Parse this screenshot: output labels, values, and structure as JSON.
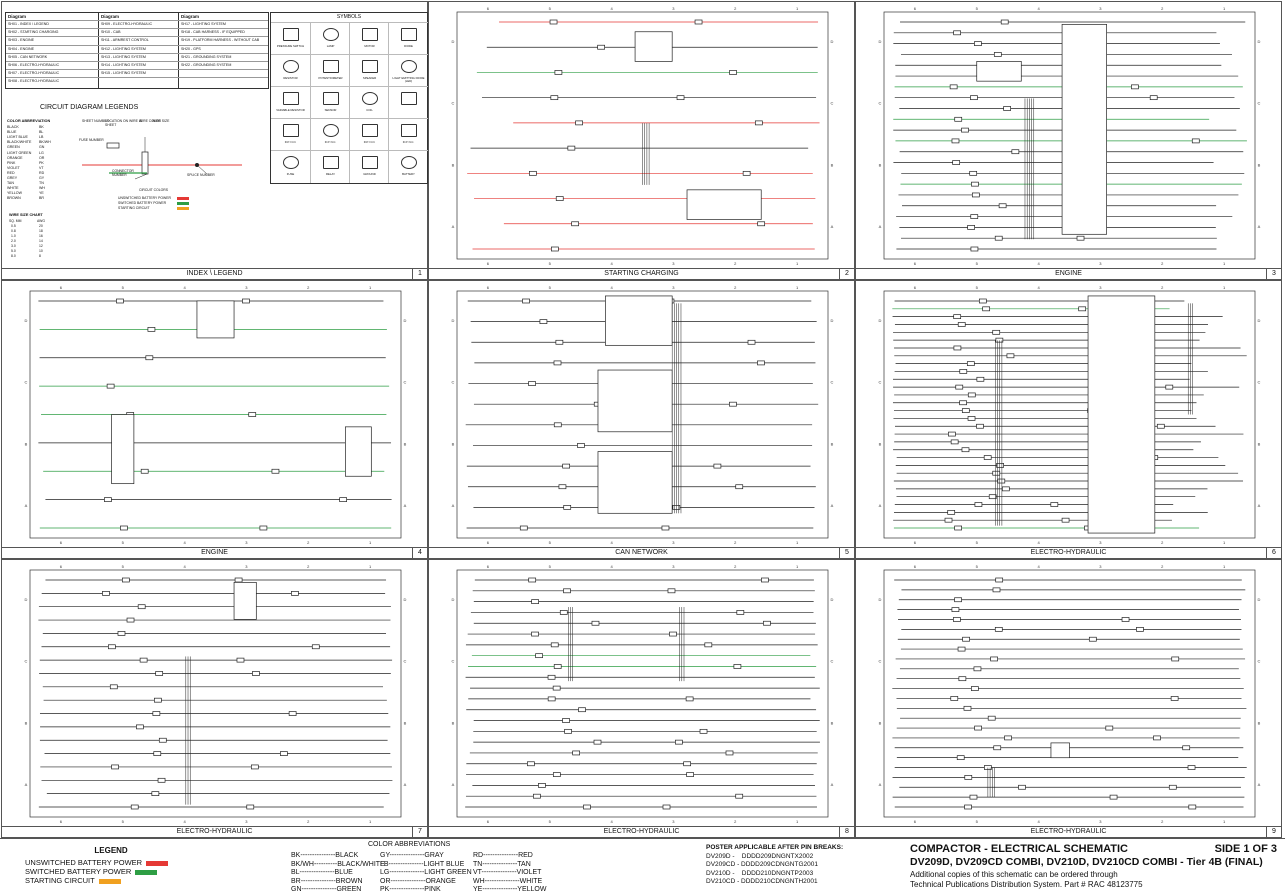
{
  "panels": [
    {
      "title": "INDEX \\ LEGEND",
      "num": "1"
    },
    {
      "title": "STARTING CHARGING",
      "num": "2"
    },
    {
      "title": "ENGINE",
      "num": "3"
    },
    {
      "title": "ENGINE",
      "num": "4"
    },
    {
      "title": "CAN NETWORK",
      "num": "5"
    },
    {
      "title": "ELECTRO-HYDRAULIC",
      "num": "6"
    },
    {
      "title": "ELECTRO-HYDRAULIC",
      "num": "7"
    },
    {
      "title": "ELECTRO-HYDRAULIC",
      "num": "8"
    },
    {
      "title": "ELECTRO-HYDRAULIC",
      "num": "9"
    }
  ],
  "index_panel": {
    "diagram_header": "Diagram",
    "col1": [
      "SH01 - INDEX \\ LEGEND",
      "SH02 - STARTING CHARGING",
      "SH03 - ENGINE",
      "SH04 - ENGINE",
      "SH05 - CAN NETWORK",
      "SH06 - ELECTRO-HYDRAULIC",
      "SH07 - ELECTRO-HYDRAULIC",
      "SH08 - ELECTRO-HYDRAULIC"
    ],
    "col2": [
      "SH09 - ELECTRO-HYDRAULIC",
      "SH10 - CAB",
      "SH11 - ARMREST CONTROL",
      "SH12 - LIGHTING SYSTEM",
      "SH13 - LIGHTING SYSTEM",
      "SH14 - LIGHTING SYSTEM",
      "SH15 - LIGHTING SYSTEM",
      ""
    ],
    "col3": [
      "SH17 - LIGHTING SYSTEM",
      "SH18 - CAB HARNESS - IF EQUIPPED",
      "SH19 - PLATFORM HARNESS - WITHOUT CAB",
      "SH20 - GPS",
      "SH21 - GROUNDING SYSTEM",
      "SH22 - GROUNDING SYSTEM",
      "",
      ""
    ],
    "symbols_title": "SYMBOLS",
    "symbols": [
      "PRESSURE SWITCH",
      "LAMP",
      "MOTOR",
      "DIODE",
      "RESISTOR",
      "POTENTIOMETER",
      "SPEAKER",
      "LIGHT EMITTING DIODE (LED)",
      "VARIABLE RESISTOR",
      "SENSOR",
      "COIL",
      "",
      "D.P. N.O.",
      "D.P. N.C.",
      "D.P. N.O.",
      "D.P. N.C.",
      "FUSE",
      "RELAY",
      "GROUND",
      "BATTERY"
    ],
    "legends_title": "CIRCUIT DIAGRAM LEGENDS",
    "color_header": "COLOR   ABBREVIATION",
    "colors": [
      [
        "BLACK",
        "BK"
      ],
      [
        "BLUE",
        "BL"
      ],
      [
        "LIGHT BLUE",
        "LB"
      ],
      [
        "BLACK/WHITE",
        "BK/WH"
      ],
      [
        "GREEN",
        "GN"
      ],
      [
        "LIGHT GREEN",
        "LG"
      ],
      [
        "ORANGE",
        "OR"
      ],
      [
        "PINK",
        "PK"
      ],
      [
        "VIOLET",
        "VT"
      ],
      [
        "RED",
        "RD"
      ],
      [
        "GREY",
        "GY"
      ],
      [
        "TAN",
        "TN"
      ],
      [
        "WHITE",
        "WH"
      ],
      [
        "YELLOW",
        "YE"
      ],
      [
        "BROWN",
        "BR"
      ]
    ],
    "wire_chart_title": "WIRE SIZE CHART",
    "wire_header": [
      "SQ. MM",
      "AWG"
    ],
    "wires": [
      [
        "0.5",
        "20"
      ],
      [
        "0.8",
        "18"
      ],
      [
        "1.0",
        "16"
      ],
      [
        "2.0",
        "14"
      ],
      [
        "3.0",
        "12"
      ],
      [
        "5.0",
        "10"
      ],
      [
        "8.0",
        "8"
      ]
    ],
    "callouts": [
      "SHEET NUMBER",
      "LOCATION ON SHEET",
      "WIRE ID",
      "WIRE COLOR",
      "WIRE SIZE",
      "FUSE NUMBER",
      "CONNECTOR NUMBER",
      "SPLICE NUMBER",
      "CIRCUIT COLORS"
    ],
    "circuit_colors": [
      "UNSWITCHED BATTERY POWER",
      "SWITCHED BATTERY POWER",
      "STARTING CIRCUIT"
    ]
  },
  "footer": {
    "legend_title": "LEGEND",
    "legend_items": [
      {
        "label": "UNSWITCHED BATTERY POWER",
        "color": "#e53935"
      },
      {
        "label": "SWITCHED BATTERY POWER",
        "color": "#2e9e44"
      },
      {
        "label": "STARTING CIRCUIT",
        "color": "#f0a020"
      }
    ],
    "abbr_title": "COLOR ABBREVIATIONS",
    "abbr_col1": "BK---------------BLACK\nBK/WH----------BLACK/WHITE\nBL---------------BLUE\nBR---------------BROWN\nGN---------------GREEN",
    "abbr_col2": "GY---------------GRAY\nLB---------------LIGHT BLUE\nLG---------------LIGHT GREEN\nOR---------------ORANGE\nPK---------------PINK",
    "abbr_col3": "RD---------------RED\nTN---------------TAN\nVT---------------VIOLET\nWH---------------WHITE\nYE---------------YELLOW",
    "poster_title": "POSTER APPLICABLE AFTER PIN BREAKS:",
    "poster_lines": "DV209D -    DDDD209DNGNTX2002\nDV209CD - DDDD209CDNGNTG2001\nDV210D -    DDDD210DNGNTP2003\nDV210CD - DDDD210CDNGNTH2001",
    "main_title": "COMPACTOR - ELECTRICAL SCHEMATIC",
    "side": "SIDE 1 OF 3",
    "models": "DV209D, DV209CD COMBI, DV210D, DV210CD COMBI - Tier 4B (FINAL)",
    "note1": "Additional copies of this schematic can be ordered through",
    "note2": "Technical Publications Distribution System.  Part # RAC 48123775"
  },
  "grid_labels": {
    "cols": [
      "6",
      "5",
      "4",
      "3",
      "2",
      "1"
    ],
    "rows": [
      "D",
      "C",
      "B",
      "A"
    ]
  }
}
